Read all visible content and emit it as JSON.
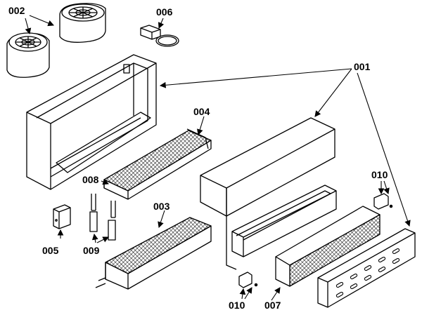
{
  "labels": {
    "l001": "001",
    "l002": "002",
    "l003": "003",
    "l004": "004",
    "l005": "005",
    "l006": "006",
    "l007": "007",
    "l008": "008",
    "l009": "009",
    "l010_top": "010",
    "l010_bottom": "010"
  }
}
